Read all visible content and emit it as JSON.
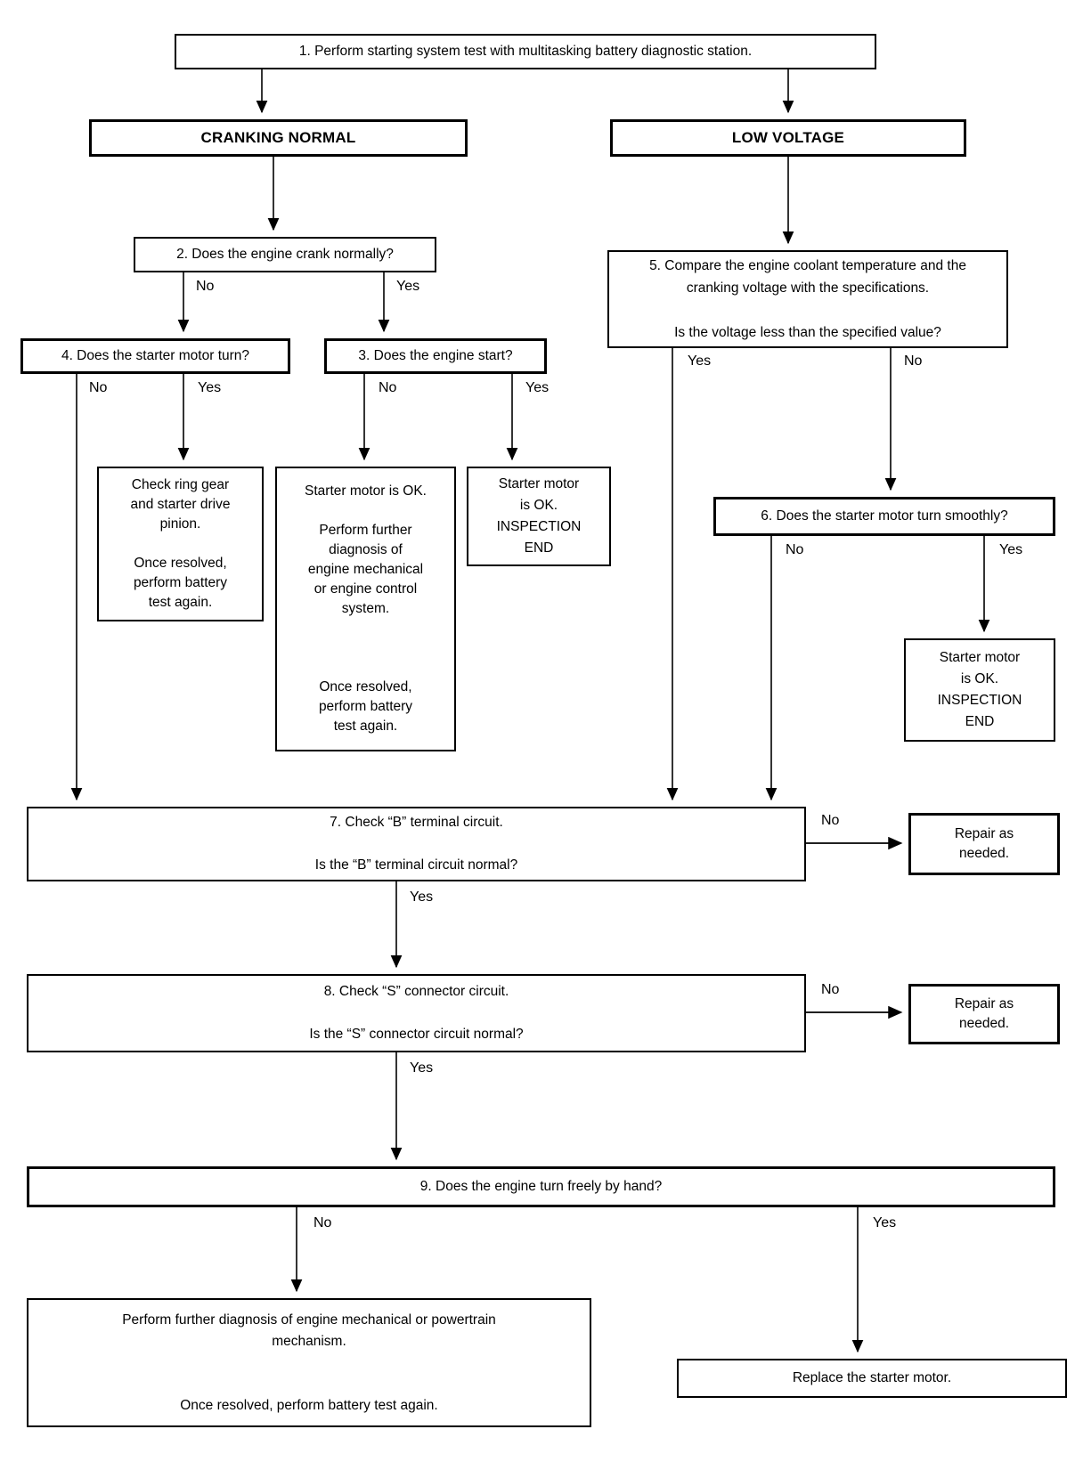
{
  "diagram": {
    "kind": "flowchart",
    "subject": "Starting system / starter motor diagnosis"
  },
  "colors": {
    "background": "#ffffff",
    "line": "#000000",
    "box_border": "#000000",
    "text": "#000000"
  },
  "labels": {
    "yes": "Yes",
    "no": "No"
  },
  "nodes": {
    "step1": {
      "text": "1. Perform starting system test with multitasking battery diagnostic station."
    },
    "cranking_normal": {
      "text": "CRANKING NORMAL"
    },
    "low_voltage": {
      "text": "LOW VOLTAGE"
    },
    "step2": {
      "text": "2. Does the engine crank normally?"
    },
    "step4": {
      "text": "4. Does the starter motor turn?"
    },
    "step3": {
      "text": "3. Does the engine start?"
    },
    "ring_gear": {
      "text": "Check ring gear\nand starter drive\npinion.\n\nOnce resolved,\nperform battery\ntest again."
    },
    "further_diagnosis": {
      "text": "Starter motor is OK.\n\nPerform further\ndiagnosis of\nengine mechanical\nor engine control\nsystem.\n\n\n\nOnce resolved,\nperform battery\ntest again."
    },
    "inspection_end_left": {
      "text": "Starter motor\nis OK.\nINSPECTION\nEND"
    },
    "step5": {
      "text": "5. Compare the engine coolant temperature and the\ncranking voltage with the specifications.\n\nIs the voltage less than the specified value?"
    },
    "step6": {
      "text": "6. Does the starter motor turn smoothly?"
    },
    "inspection_end_right": {
      "text": "Starter motor\nis OK.\nINSPECTION\nEND"
    },
    "step7": {
      "text": "7. Check “B” terminal circuit.\n\nIs the “B” terminal circuit normal?"
    },
    "repair_b": {
      "text": "Repair as\nneeded."
    },
    "step8": {
      "text": "8. Check “S” connector circuit.\n\nIs the “S” connector circuit normal?"
    },
    "repair_s": {
      "text": "Repair as\nneeded."
    },
    "step9": {
      "text": "9. Does the engine turn freely by hand?"
    },
    "powertrain": {
      "text": "Perform further diagnosis of engine mechanical or powertrain\nmechanism.\n\n\nOnce resolved, perform battery test again."
    },
    "replace_starter": {
      "text": "Replace the starter motor."
    }
  }
}
